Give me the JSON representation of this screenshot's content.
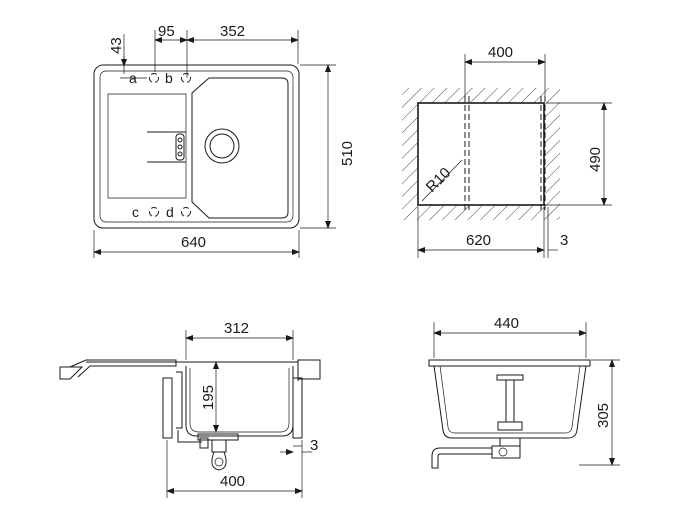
{
  "top_view": {
    "dim_43": "43",
    "dim_95": "95",
    "dim_352": "352",
    "dim_510": "510",
    "dim_640": "640",
    "holes_top": [
      "a",
      "b"
    ],
    "holes_bottom": [
      "c",
      "d"
    ]
  },
  "cutout_view": {
    "dim_400": "400",
    "dim_490": "490",
    "dim_620": "620",
    "dim_3": "3",
    "radius": "R10"
  },
  "side_view": {
    "dim_312": "312",
    "dim_195": "195",
    "dim_3": "3",
    "dim_400": "400"
  },
  "front_view": {
    "dim_440": "440",
    "dim_305": "305"
  }
}
